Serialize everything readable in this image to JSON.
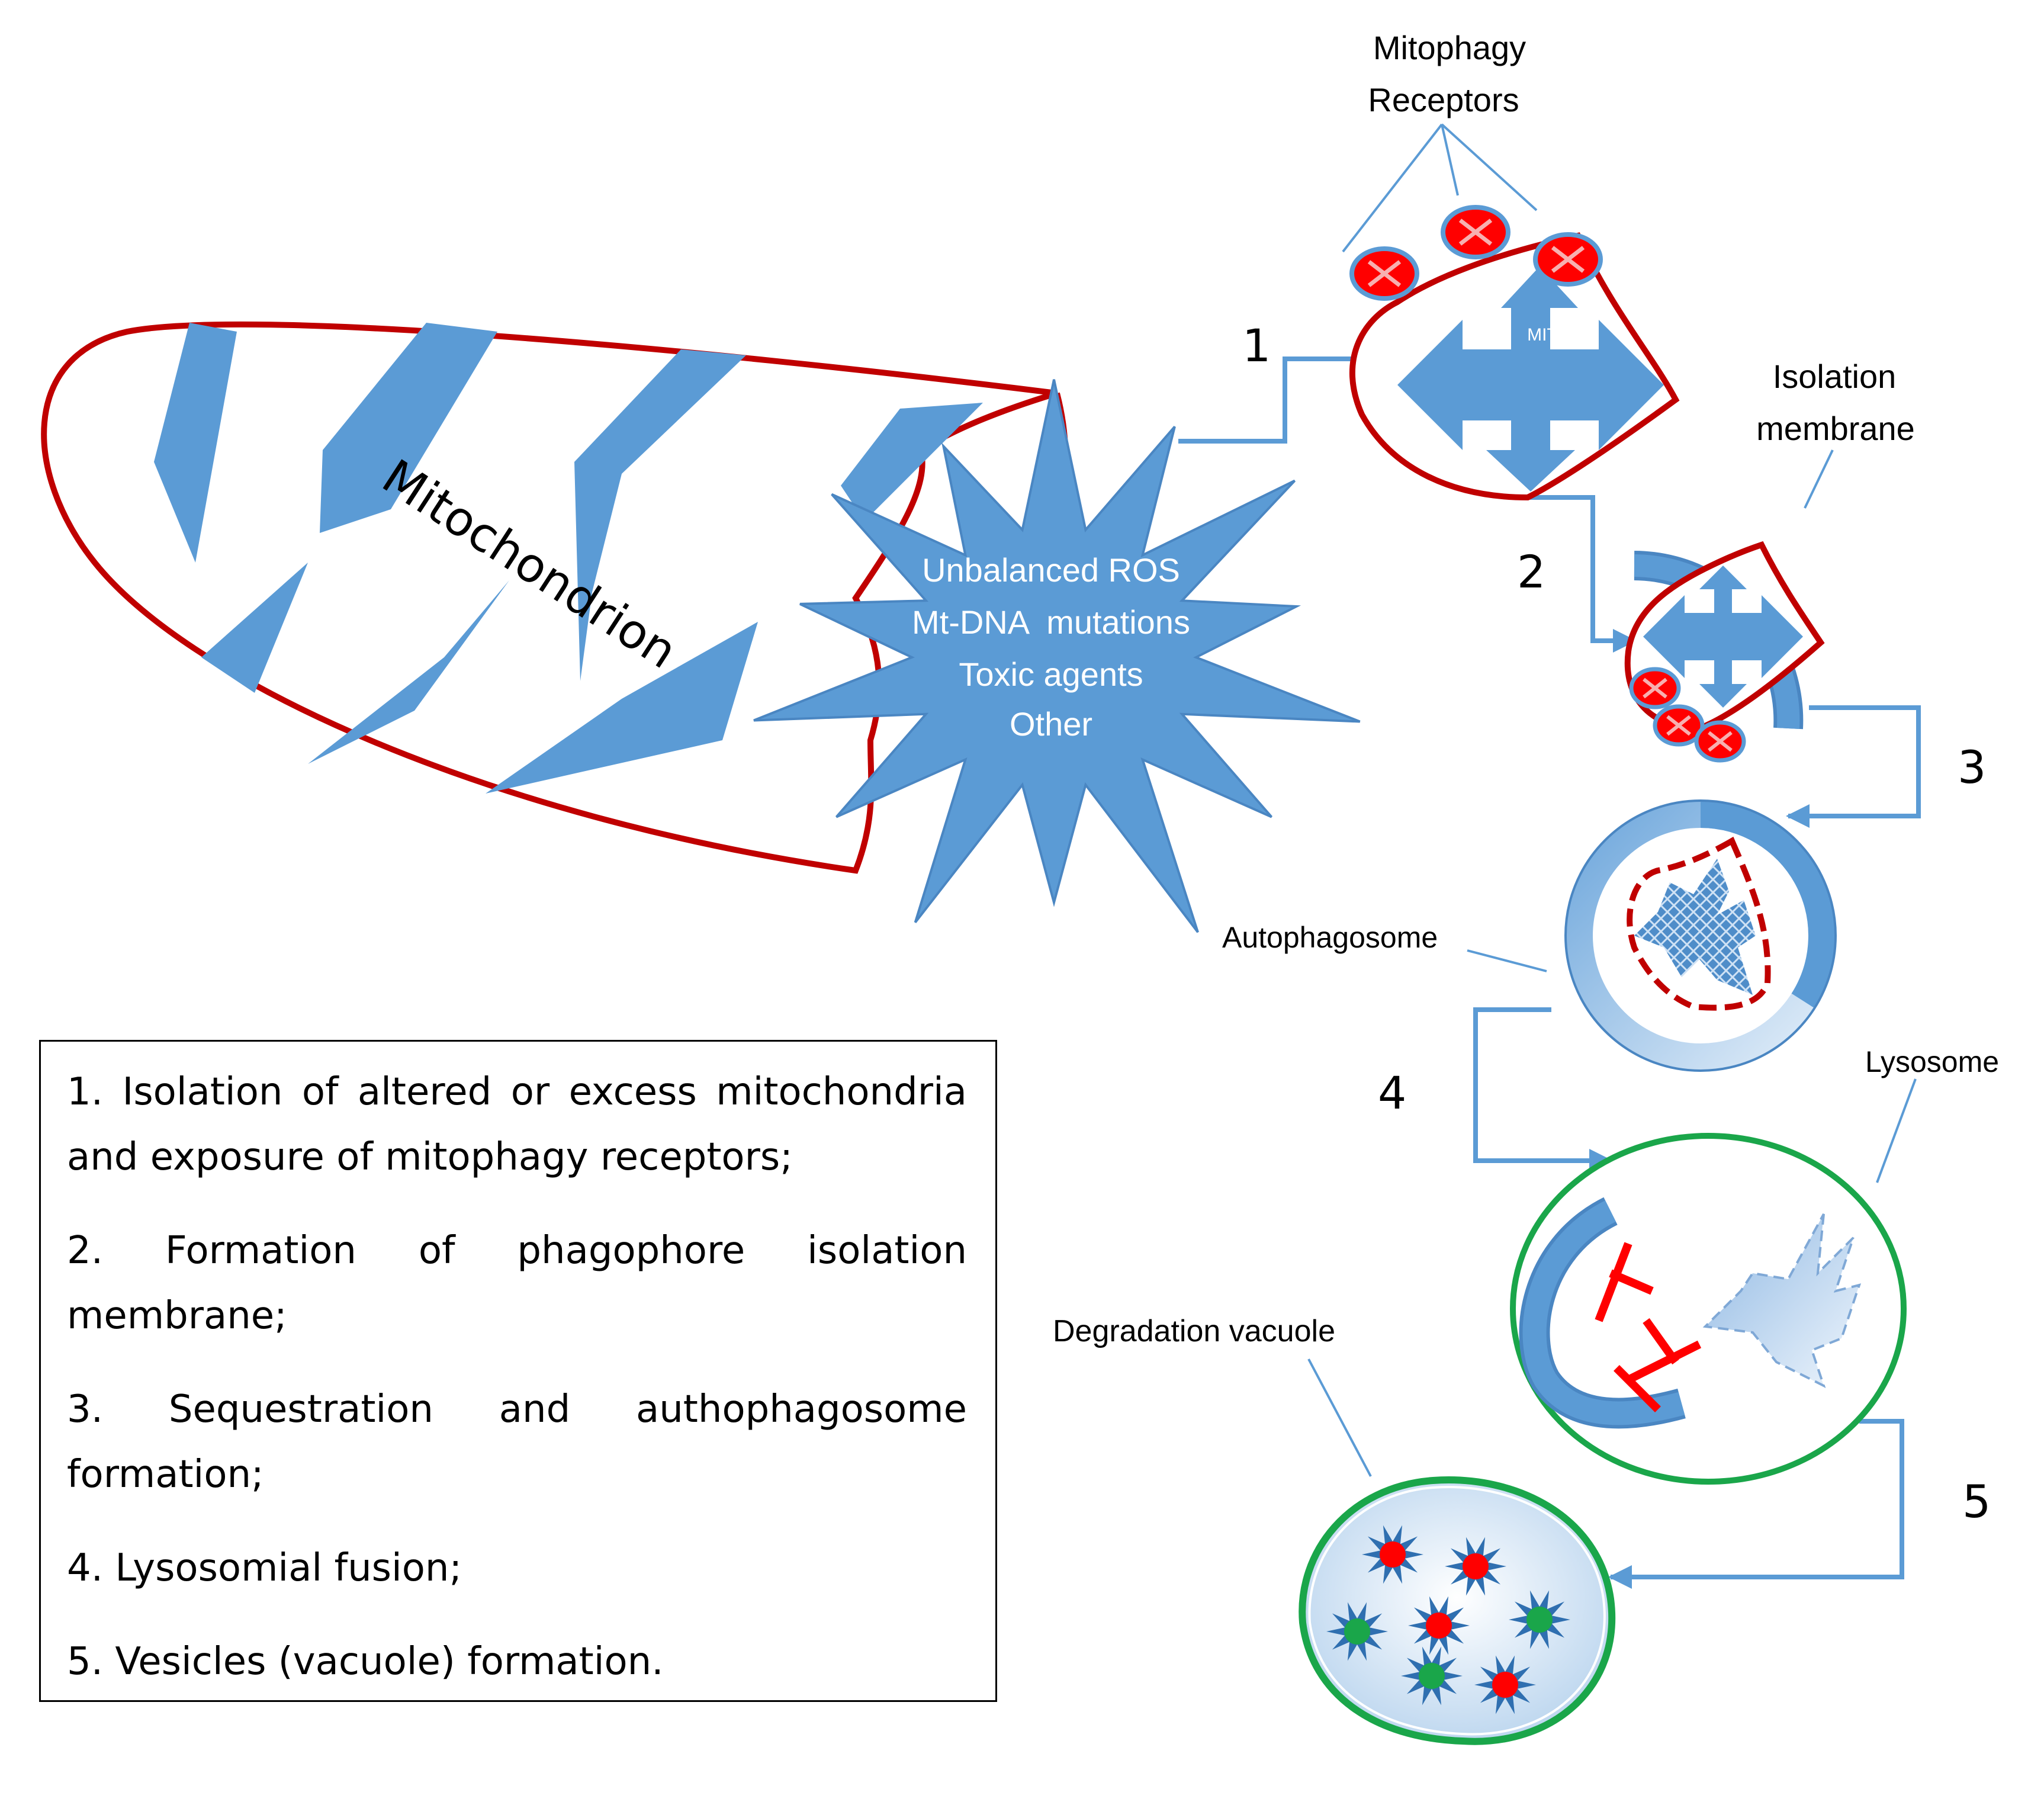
{
  "labels": {
    "mitochondrion": "Mitochondrion",
    "mit": "MIT",
    "mitophagy_receptors": [
      "Mitophagy",
      "Receptors"
    ],
    "isolation_membrane": [
      "Isolation",
      "membrane"
    ],
    "autophagosome": "Autophagosome",
    "lysosome": "Lysosome",
    "degradation_vacuole": "Degradation vacuole"
  },
  "stressors": [
    "Unbalanced ROS",
    "Mt-DNA  mutations",
    "Toxic agents",
    "Other"
  ],
  "steps": [
    "1",
    "2",
    "3",
    "4",
    "5"
  ],
  "legend": [
    "1. Isolation of altered or excess mitochondria and exposure of mitophagy receptors;",
    "2. Formation of phagophore isolation membrane;",
    "3. Sequestration and authophagosome formation;",
    "4. Lysosomial fusion;",
    "5. Vesicles (vacuole) formation."
  ],
  "colors": {
    "membrane_red": "#c00000",
    "organelle_blue": "#5b9bd5",
    "lysosome_green": "#1aa64a",
    "receptor_red": "#ff0000",
    "text_white": "#ffffff"
  }
}
